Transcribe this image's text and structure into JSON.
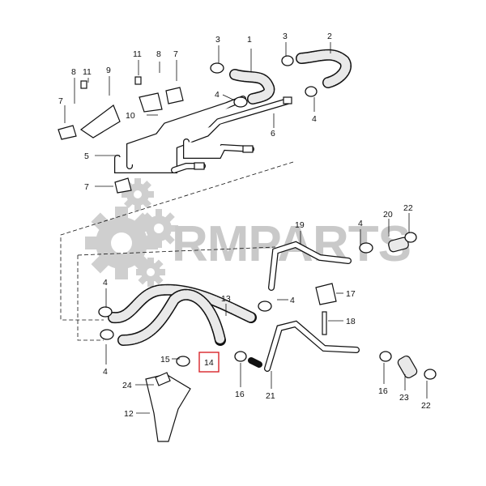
{
  "watermark": {
    "text": "RMPARTS",
    "color": "#c9c9c9"
  },
  "highlight": {
    "label": "14",
    "color": "#d9252a"
  },
  "colors": {
    "line": "#111111",
    "hose_fill": "#e9e9e9",
    "gear": "#cfcfcf"
  },
  "callouts": [
    {
      "id": "c1",
      "label": "1"
    },
    {
      "id": "c2",
      "label": "2"
    },
    {
      "id": "c3a",
      "label": "3"
    },
    {
      "id": "c3b",
      "label": "3"
    },
    {
      "id": "c4a",
      "label": "4"
    },
    {
      "id": "c4b",
      "label": "4"
    },
    {
      "id": "c4c",
      "label": "4"
    },
    {
      "id": "c4d",
      "label": "4"
    },
    {
      "id": "c4e",
      "label": "4"
    },
    {
      "id": "c4f",
      "label": "4"
    },
    {
      "id": "c5",
      "label": "5"
    },
    {
      "id": "c6",
      "label": "6"
    },
    {
      "id": "c7a",
      "label": "7"
    },
    {
      "id": "c7b",
      "label": "7"
    },
    {
      "id": "c7c",
      "label": "7"
    },
    {
      "id": "c8a",
      "label": "8"
    },
    {
      "id": "c8b",
      "label": "8"
    },
    {
      "id": "c9",
      "label": "9"
    },
    {
      "id": "c10",
      "label": "10"
    },
    {
      "id": "c11a",
      "label": "11"
    },
    {
      "id": "c11b",
      "label": "11"
    },
    {
      "id": "c12",
      "label": "12"
    },
    {
      "id": "c13",
      "label": "13"
    },
    {
      "id": "c15",
      "label": "15"
    },
    {
      "id": "c16a",
      "label": "16"
    },
    {
      "id": "c16b",
      "label": "16"
    },
    {
      "id": "c17",
      "label": "17"
    },
    {
      "id": "c18",
      "label": "18"
    },
    {
      "id": "c19",
      "label": "19"
    },
    {
      "id": "c20",
      "label": "20"
    },
    {
      "id": "c21",
      "label": "21"
    },
    {
      "id": "c22a",
      "label": "22"
    },
    {
      "id": "c22b",
      "label": "22"
    },
    {
      "id": "c23",
      "label": "23"
    },
    {
      "id": "c24",
      "label": "24"
    }
  ]
}
